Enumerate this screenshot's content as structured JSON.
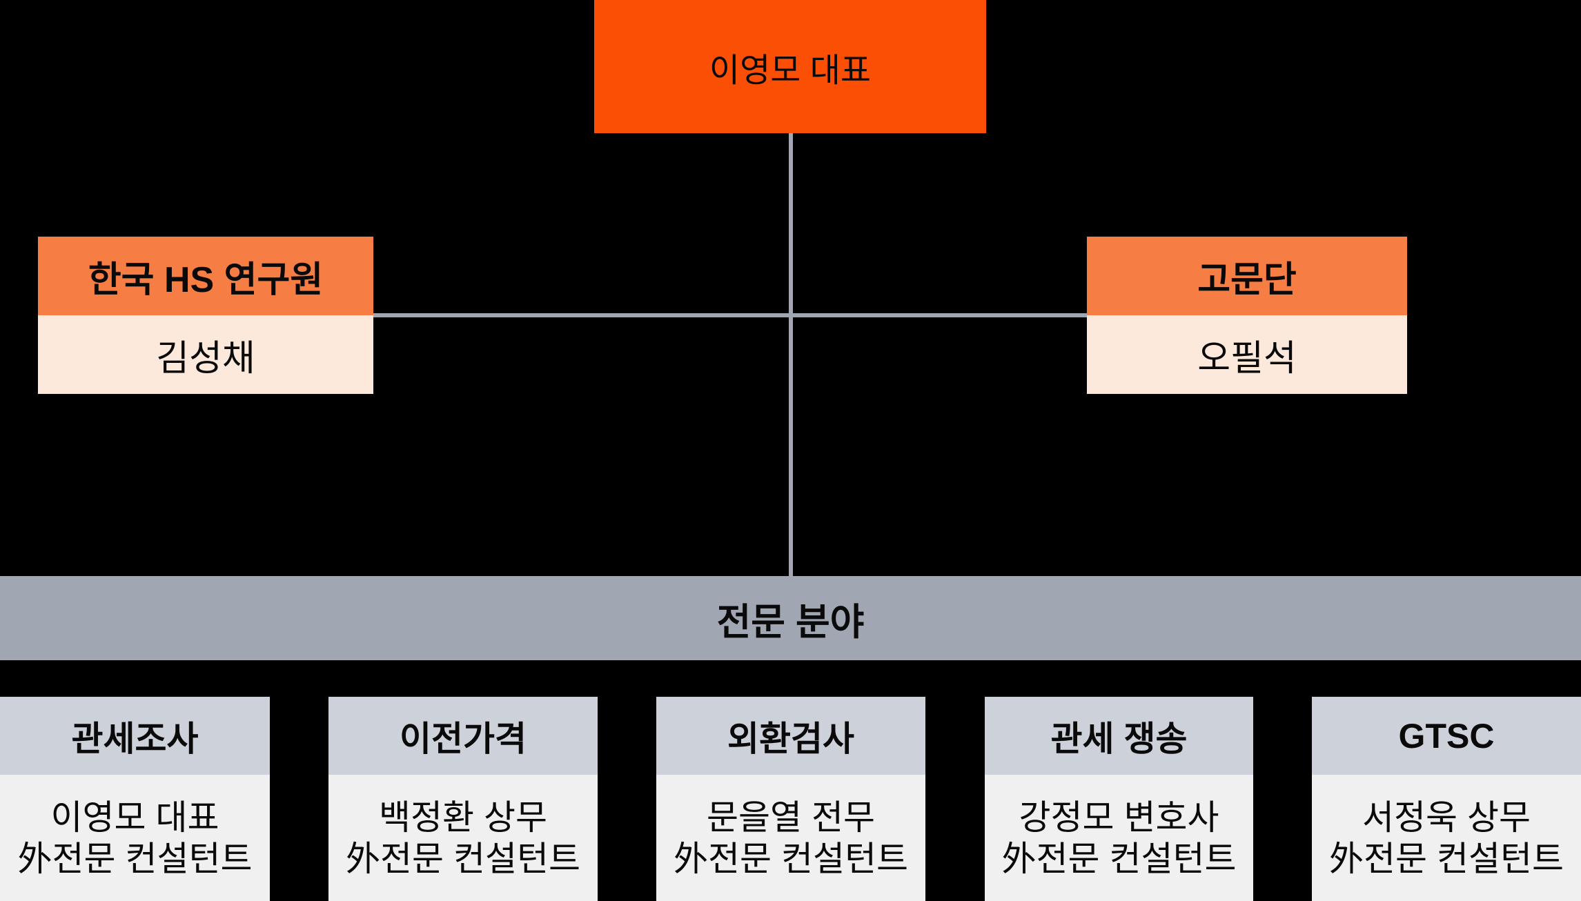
{
  "ceo_box": {
    "label": "이영모 대표"
  },
  "hs_institute_box": {
    "title": "한국 HS 연구원",
    "member": "김성채"
  },
  "advisory_box": {
    "title": "고문단",
    "member": "오필석"
  },
  "specialty_band": {
    "label": "전문 분야"
  },
  "departments": [
    {
      "title": "관세조사",
      "line1": "이영모 대표",
      "line2": "外전문 컨설턴트"
    },
    {
      "title": "이전가격",
      "line1": "백정환 상무",
      "line2": "外전문 컨설턴트"
    },
    {
      "title": "외환검사",
      "line1": "문을열 전무",
      "line2": "外전문 컨설턴트"
    },
    {
      "title": "관세 쟁송",
      "line1": "강정모 변호사",
      "line2": "外전문 컨설턴트"
    },
    {
      "title": "GTSC",
      "line1": "서정욱 상무",
      "line2": "外전문 컨설턴트"
    }
  ],
  "colors": {
    "background": "#000000",
    "ceo_box": "#fb4f06",
    "mid_header": "#f67e44",
    "mid_body": "#fce9db",
    "band": "#a0a6b2",
    "dept_header": "#cdd1d9",
    "dept_body": "#f0f0f1",
    "connector": "#a0a6b2",
    "text": "#0a0a0a"
  }
}
